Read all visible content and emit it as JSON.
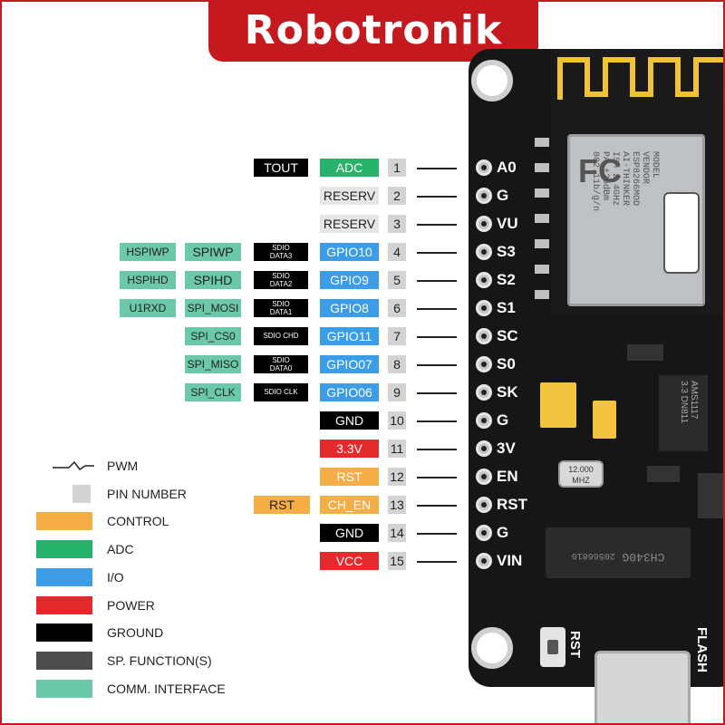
{
  "brand": "Robotronik",
  "pin_rows": [
    {
      "num": "1",
      "board": "A0",
      "main": {
        "text": "ADC",
        "color": "#27b36a"
      },
      "func": {
        "text": "TOUT",
        "color": "#000000"
      }
    },
    {
      "num": "2",
      "board": "G",
      "main": {
        "text": "RESERV",
        "color": "#e6e6e6"
      }
    },
    {
      "num": "3",
      "board": "VU",
      "main": {
        "text": "RESERV",
        "color": "#e6e6e6"
      }
    },
    {
      "num": "4",
      "board": "S3",
      "main": {
        "text": "GPIO10",
        "color": "#3b9de8"
      },
      "sdio": [
        "SDIO",
        "DATA3"
      ],
      "spi": "SPIWP",
      "comm": "HSPIWP"
    },
    {
      "num": "5",
      "board": "S2",
      "main": {
        "text": "GPIO9",
        "color": "#3b9de8"
      },
      "sdio": [
        "SDIO",
        "DATA2"
      ],
      "spi": "SPIHD",
      "comm": "HSPIHD"
    },
    {
      "num": "6",
      "board": "S1",
      "main": {
        "text": "GPIO8",
        "color": "#3b9de8"
      },
      "sdio": [
        "SDIO",
        "DATA1"
      ],
      "spi": "SPI_MOSI",
      "comm": "U1RXD"
    },
    {
      "num": "7",
      "board": "SC",
      "main": {
        "text": "GPIO11",
        "color": "#3b9de8"
      },
      "sdio": [
        "SDIO CHD"
      ],
      "spi": "SPI_CS0"
    },
    {
      "num": "8",
      "board": "S0",
      "main": {
        "text": "GPIO07",
        "color": "#3b9de8"
      },
      "sdio": [
        "SDIO",
        "DATA0"
      ],
      "spi": "SPI_MISO"
    },
    {
      "num": "9",
      "board": "SK",
      "main": {
        "text": "GPIO06",
        "color": "#3b9de8"
      },
      "sdio": [
        "SDIO CLK"
      ],
      "spi": "SPI_CLK"
    },
    {
      "num": "10",
      "board": "G",
      "main": {
        "text": "GND",
        "color": "#000000"
      }
    },
    {
      "num": "11",
      "board": "3V",
      "main": {
        "text": "3.3V",
        "color": "#e42a2a"
      }
    },
    {
      "num": "12",
      "board": "EN",
      "main": {
        "text": "RST",
        "color": "#f5ad46"
      }
    },
    {
      "num": "13",
      "board": "RST",
      "main": {
        "text": "CH_EN",
        "color": "#f5ad46"
      },
      "ctrl": "RST"
    },
    {
      "num": "14",
      "board": "G",
      "main": {
        "text": "GND",
        "color": "#000000"
      }
    },
    {
      "num": "15",
      "board": "VIN",
      "main": {
        "text": "VCC",
        "color": "#e42a2a"
      }
    }
  ],
  "legend": [
    {
      "type": "pwm",
      "label": "PWM"
    },
    {
      "type": "pin",
      "label": "PIN NUMBER",
      "color": "#d3d3d3"
    },
    {
      "type": "swatch",
      "label": "CONTROL",
      "color": "#f5ad46"
    },
    {
      "type": "swatch",
      "label": "ADC",
      "color": "#27b36a"
    },
    {
      "type": "swatch",
      "label": "I/O",
      "color": "#3b9de8"
    },
    {
      "type": "swatch",
      "label": "POWER",
      "color": "#e42a2a"
    },
    {
      "type": "swatch",
      "label": "GROUND",
      "color": "#000000"
    },
    {
      "type": "swatch",
      "label": "SP. FUNCTION(S)",
      "color": "#4d4d4d"
    },
    {
      "type": "swatch",
      "label": "COMM. INTERFACE",
      "color": "#6cc9a8"
    }
  ],
  "colors": {
    "comm": "#6cc9a8",
    "sdio": "#000000",
    "brand": "#c41a1f"
  },
  "board": {
    "module_text": [
      "MODEL",
      "VENDOR",
      "ESP8266MOD",
      "AI-THINKER",
      "ISM 2.4GHz",
      "PA +25dBm",
      "802.11b/g/n"
    ],
    "crystal_text": [
      "12.000",
      "MHZ"
    ],
    "regulator_text": [
      "AMS1117",
      "3.3 DN811"
    ],
    "usb_chip_text": "CH340G",
    "usb_chip_code": "20566810",
    "rst_button": "RST",
    "flash_button": "FLASH"
  }
}
